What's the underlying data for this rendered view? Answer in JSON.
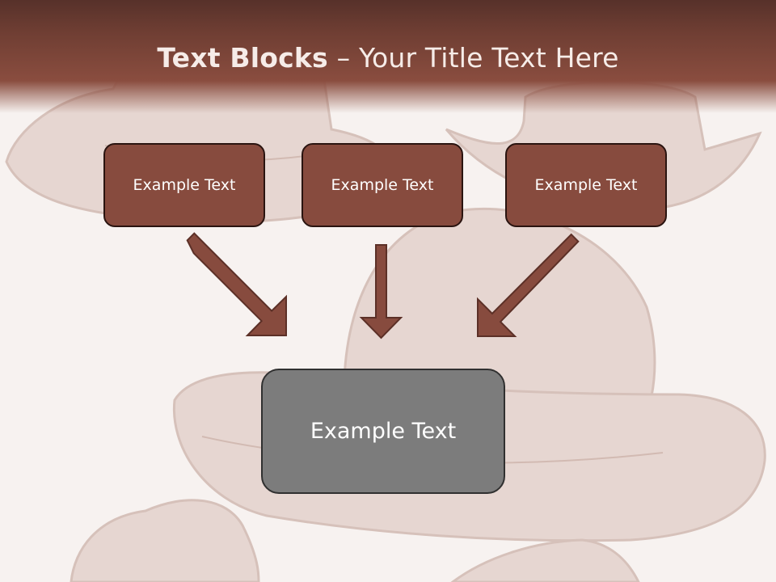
{
  "slide": {
    "title_bold": "Text Blocks",
    "title_dash": " – ",
    "title_rest": "Your Title Text Here",
    "top_boxes": [
      {
        "label": "Example Text"
      },
      {
        "label": "Example Text"
      },
      {
        "label": "Example Text"
      }
    ],
    "bottom_box": {
      "label": "Example Text"
    }
  },
  "colors": {
    "title_bar": "#6f3e33",
    "box_fill": "#874b3e",
    "bottom_box_fill": "#7c7c7c",
    "arrow_fill": "#874b3e",
    "background": "#f7f2f0"
  },
  "icons": [
    "cowboy-hat-background-image",
    "arrow-down-right-icon",
    "arrow-down-icon",
    "arrow-down-left-icon"
  ]
}
